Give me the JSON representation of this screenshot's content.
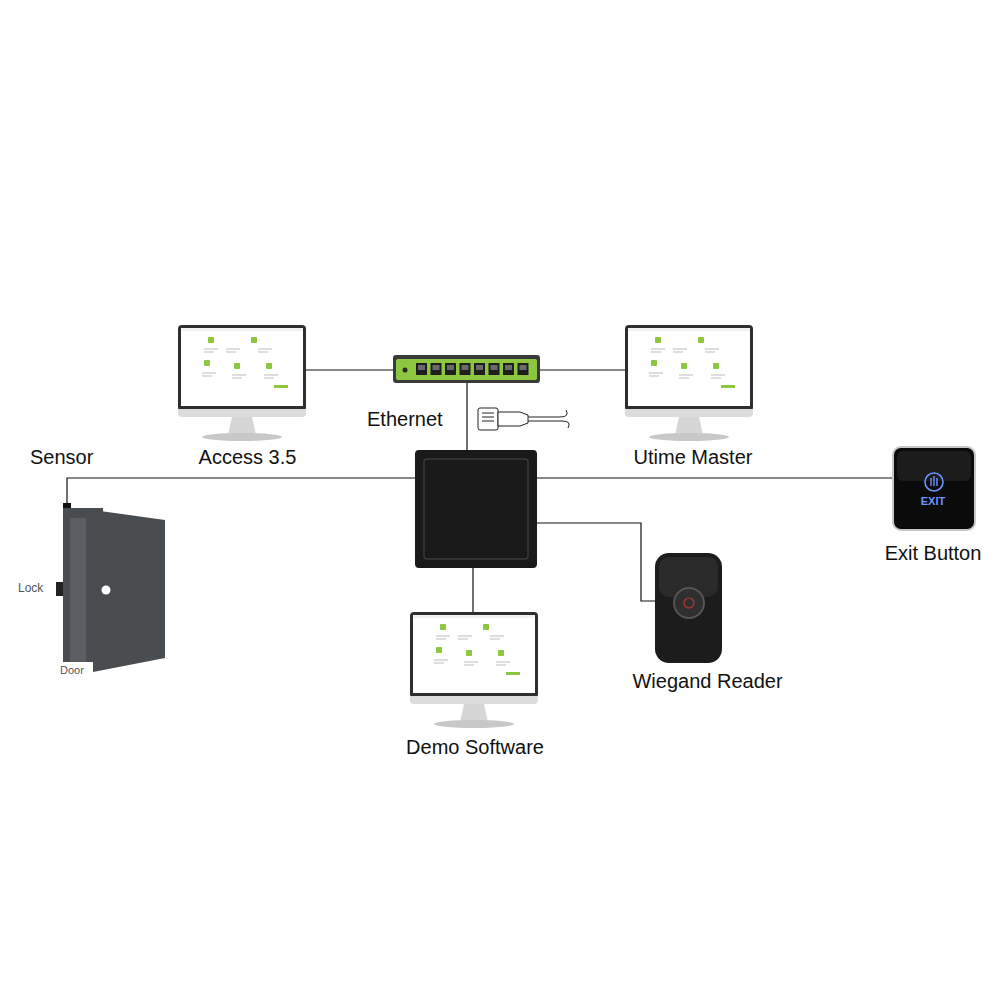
{
  "diagram": {
    "nodes": [
      {
        "text": [
          "Access 3.5"
        ]
      },
      {
        "text": [
          "Utime Master"
        ]
      },
      {
        "text": [
          "Door"
        ]
      },
      {
        "text": [
          "EXIT",
          "Exit Button"
        ]
      },
      {
        "text": [
          "Wiegand Reader"
        ]
      },
      {
        "text": [
          "Demo Software"
        ]
      }
    ],
    "labels": [
      "Ethernet",
      "Sensor",
      "Lock"
    ]
  }
}
